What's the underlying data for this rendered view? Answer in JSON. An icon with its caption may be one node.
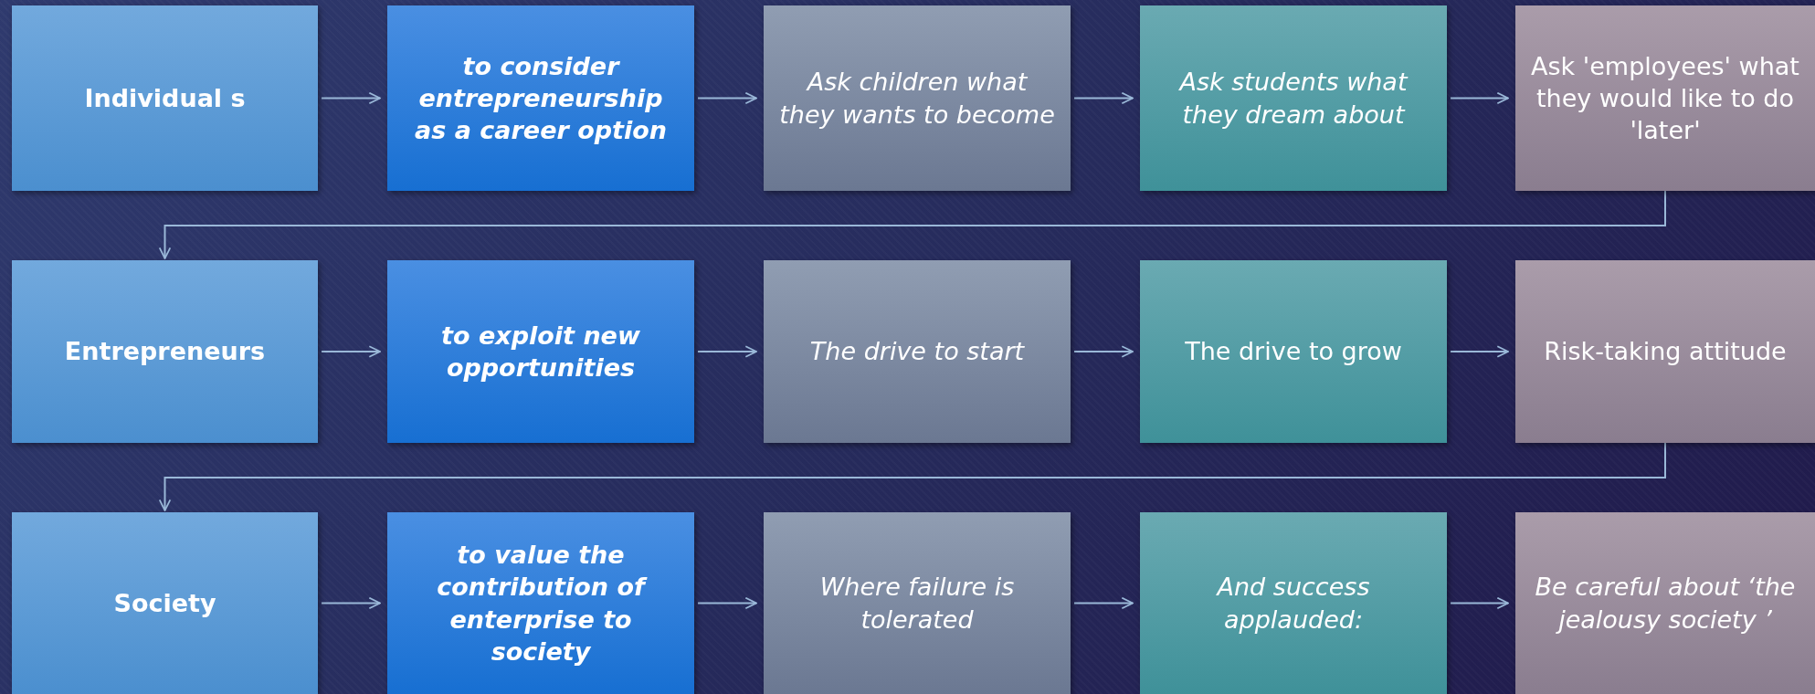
{
  "diagram": {
    "nodes": [
      {
        "text": [
          "Individual s"
        ]
      },
      {
        "text": [
          "to consider entrepreneurship as a career option"
        ]
      },
      {
        "text": [
          "Ask children what they wants to become"
        ]
      },
      {
        "text": [
          "Ask students what they dream about"
        ]
      },
      {
        "text": [
          "Ask 'employees' what they would like to do 'later'"
        ]
      },
      {
        "text": [
          "Entrepreneurs"
        ]
      },
      {
        "text": [
          "to exploit new opportunities"
        ]
      },
      {
        "text": [
          "The drive to start"
        ]
      },
      {
        "text": [
          "The drive to grow"
        ]
      },
      {
        "text": [
          "Risk-taking attitude"
        ]
      },
      {
        "text": [
          "Society"
        ]
      },
      {
        "text": [
          "to value the contribution of enterprise to society"
        ]
      },
      {
        "text": [
          "Where failure is tolerated"
        ]
      },
      {
        "text": [
          "And success applauded:"
        ]
      },
      {
        "text": [
          "Be careful about ‘the jealousy society ’"
        ]
      }
    ],
    "edges": [
      {
        "from": 0,
        "to": 1,
        "arrow": "to"
      },
      {
        "from": 1,
        "to": 2,
        "arrow": "to"
      },
      {
        "from": 2,
        "to": 3,
        "arrow": "to"
      },
      {
        "from": 3,
        "to": 4,
        "arrow": "to"
      },
      {
        "from": 4,
        "to": 5,
        "arrow": "to"
      },
      {
        "from": 5,
        "to": 6,
        "arrow": "to"
      },
      {
        "from": 6,
        "to": 7,
        "arrow": "to"
      },
      {
        "from": 7,
        "to": 8,
        "arrow": "to"
      },
      {
        "from": 8,
        "to": 9,
        "arrow": "to"
      },
      {
        "from": 9,
        "to": 10,
        "arrow": "to"
      },
      {
        "from": 10,
        "to": 11,
        "arrow": "to"
      },
      {
        "from": 11,
        "to": 12,
        "arrow": "to"
      },
      {
        "from": 12,
        "to": 13,
        "arrow": "to"
      },
      {
        "from": 13,
        "to": 14,
        "arrow": "to"
      }
    ]
  }
}
